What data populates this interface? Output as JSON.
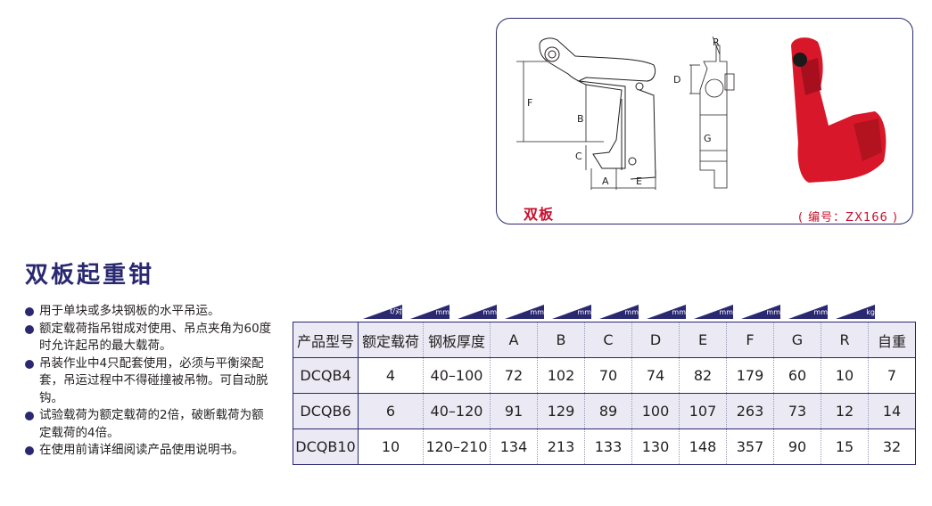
{
  "figure": {
    "dimension_labels": [
      "F",
      "B",
      "C",
      "A",
      "E",
      "R",
      "D",
      "G"
    ],
    "caption": "双板",
    "code": "( 编号：ZX166 )",
    "product_color": "#d8182a"
  },
  "title": "双板起重钳",
  "features": [
    "用于单块或多块钢板的水平吊运。",
    "额定载荷指吊钳成对使用、吊点夹角为60度时允许起吊的最大载荷。",
    "吊装作业中4只配套使用，必须与平衡梁配套，吊运过程中不得碰撞被吊物。可自动脱钩。",
    "试验载荷为额定载荷的2倍，破断载荷为额定载荷的4倍。",
    "在使用前请详细阅读产品使用说明书。"
  ],
  "table": {
    "units": [
      "t/对",
      "mm",
      "mm",
      "mm",
      "mm",
      "mm",
      "mm",
      "mm",
      "mm",
      "mm",
      "kg"
    ],
    "headers": [
      "产品型号",
      "额定载荷",
      "钢板厚度",
      "A",
      "B",
      "C",
      "D",
      "E",
      "F",
      "G",
      "R",
      "自重"
    ],
    "rows": [
      [
        "DCQB4",
        "4",
        "40–100",
        "72",
        "102",
        "70",
        "74",
        "82",
        "179",
        "60",
        "10",
        "7"
      ],
      [
        "DCQB6",
        "6",
        "40–120",
        "91",
        "129",
        "89",
        "100",
        "107",
        "263",
        "73",
        "12",
        "14"
      ],
      [
        "DCQB10",
        "10",
        "120–210",
        "134",
        "213",
        "133",
        "130",
        "148",
        "357",
        "90",
        "15",
        "32"
      ]
    ]
  },
  "colors": {
    "accent": "#2a2870",
    "red": "#c8102e",
    "table_shade": "#ebeaf4"
  }
}
